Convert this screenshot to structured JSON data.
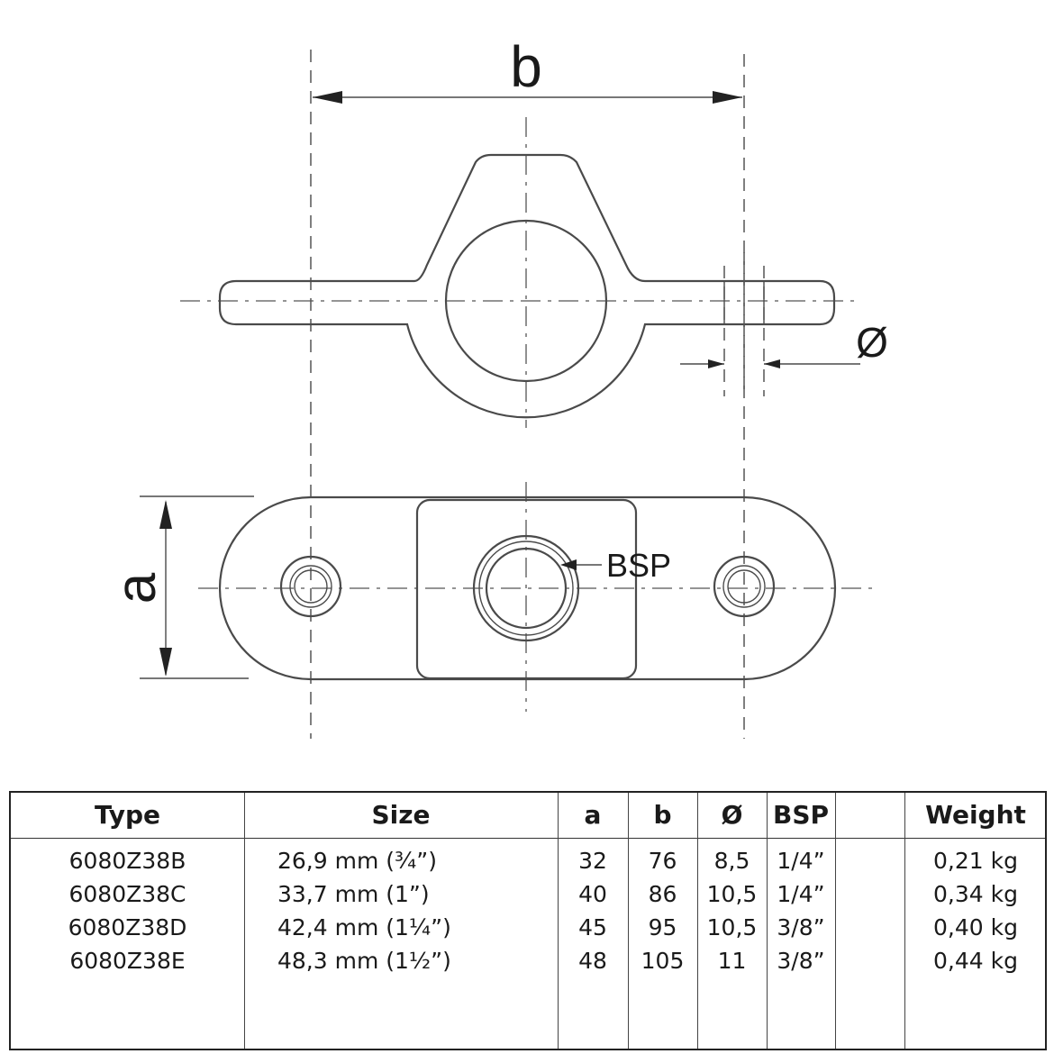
{
  "drawing": {
    "dim_b": "b",
    "dim_a": "a",
    "dim_diameter": "Ø",
    "bsp_label": "BSP"
  },
  "table": {
    "headers": {
      "type": "Type",
      "size": "Size",
      "a": "a",
      "b": "b",
      "diameter": "Ø",
      "bsp": "BSP",
      "blank": "",
      "weight": "Weight"
    },
    "rows": [
      {
        "type": "6080Z38B",
        "size": "26,9 mm (¾”)",
        "a": "32",
        "b": "76",
        "diameter": "8,5",
        "bsp": "1/4”",
        "weight": "0,21 kg"
      },
      {
        "type": "6080Z38C",
        "size": "33,7 mm (1”)",
        "a": "40",
        "b": "86",
        "diameter": "10,5",
        "bsp": "1/4”",
        "weight": "0,34 kg"
      },
      {
        "type": "6080Z38D",
        "size": "42,4 mm (1¼”)",
        "a": "45",
        "b": "95",
        "diameter": "10,5",
        "bsp": "3/8”",
        "weight": "0,40 kg"
      },
      {
        "type": "6080Z38E",
        "size": "48,3 mm (1½”)",
        "a": "48",
        "b": "105",
        "diameter": "11",
        "bsp": "3/8”",
        "weight": "0,44 kg"
      }
    ]
  }
}
